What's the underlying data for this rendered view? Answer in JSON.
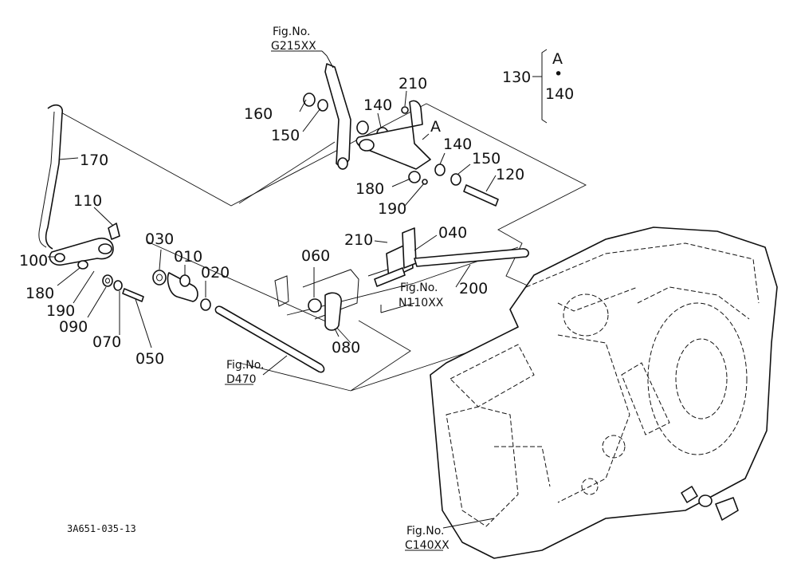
{
  "diagram": {
    "drawing_number": "3A651-035-13",
    "part_labels": {
      "p010": "010",
      "p020": "020",
      "p030": "030",
      "p040": "040",
      "p050": "050",
      "p060": "060",
      "p070": "070",
      "p080": "080",
      "p090": "090",
      "p100": "100",
      "p110": "110",
      "p120": "120",
      "p130": "130",
      "p140a": "140",
      "p140b": "140",
      "p140c": "140",
      "p150a": "150",
      "p150b": "150",
      "p160": "160",
      "p170": "170",
      "p180a": "180",
      "p180b": "180",
      "p190a": "190",
      "p190b": "190",
      "p200": "200",
      "p210a": "210",
      "p210b": "210"
    },
    "bracket": {
      "letter": "A",
      "dot": "•",
      "value": "140"
    },
    "callout_a": "A",
    "fig_refs": [
      {
        "fig": "Fig.No.",
        "code": "G215XX"
      },
      {
        "fig": "Fig.No.",
        "code": "N110XX"
      },
      {
        "fig": "Fig.No.",
        "code": "D470"
      },
      {
        "fig": "Fig.No.",
        "code": "C140XX"
      }
    ]
  }
}
